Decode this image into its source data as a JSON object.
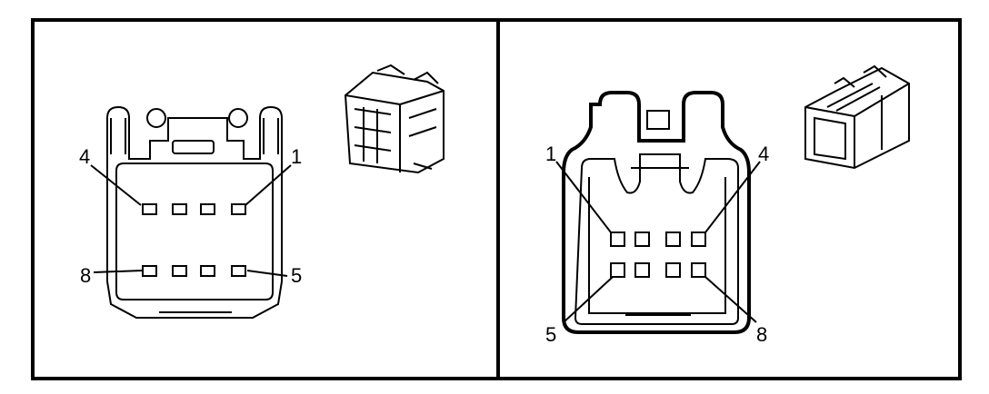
{
  "left_connector": {
    "labels": {
      "pin1": "1",
      "pin4": "4",
      "pin5": "5",
      "pin8": "8"
    }
  },
  "right_connector": {
    "labels": {
      "pin1": "1",
      "pin4": "4",
      "pin5": "5",
      "pin8": "8"
    }
  }
}
